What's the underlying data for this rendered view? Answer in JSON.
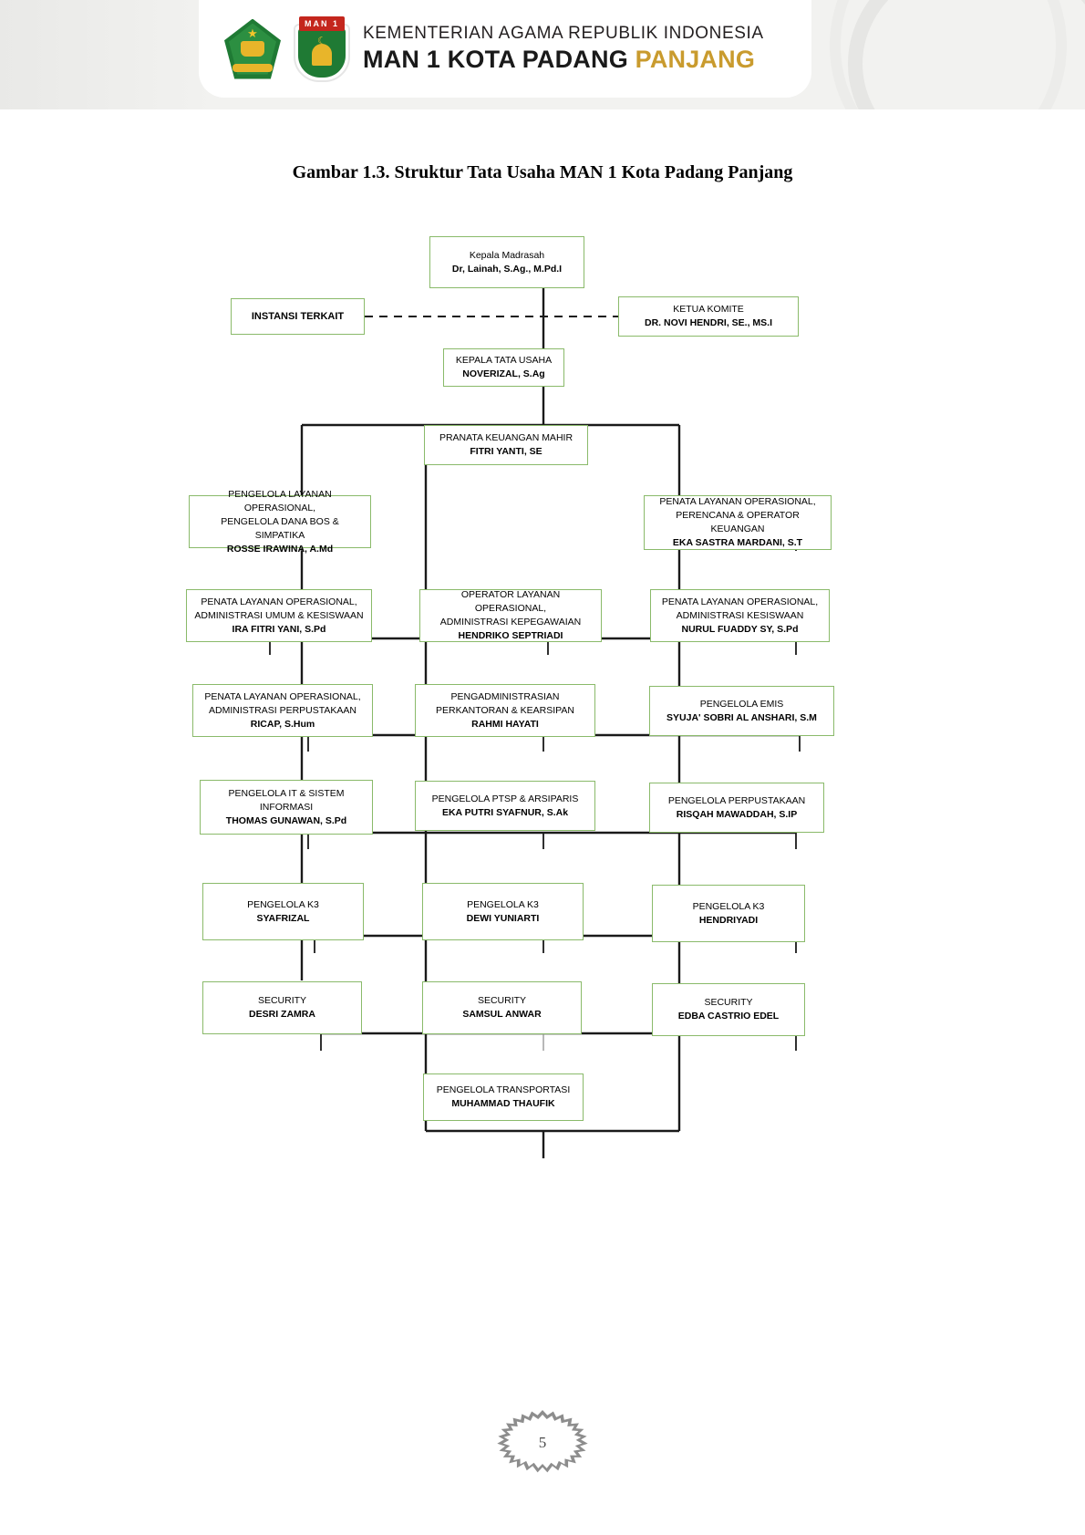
{
  "header": {
    "ministry_line": "KEMENTERIAN AGAMA REPUBLIK INDONESIA",
    "school_name_black": "MAN 1 KOTA PADANG ",
    "school_name_gold": "PANJANG",
    "man_badge_label": "MAN 1"
  },
  "title": "Gambar 1.3. Struktur Tata Usaha MAN 1 Kota Padang Panjang",
  "footer": {
    "page_number": "5"
  },
  "colors": {
    "box_border": "#8aba6a",
    "connector": "#1a1a1a",
    "accent_gold": "#c99b2e",
    "emblem_green": "#1f7a34"
  },
  "chart_data": {
    "type": "diagram",
    "title": "Gambar 1.3. Struktur Tata Usaha MAN 1 Kota Padang Panjang",
    "nodes": [
      {
        "id": "kepala_madrasah",
        "role": "Kepala Madrasah",
        "name": "Dr, Lainah, S.Ag., M.Pd.I"
      },
      {
        "id": "instansi_terkait",
        "role": "INSTANSI TERKAIT",
        "name": ""
      },
      {
        "id": "ketua_komite",
        "role": "KETUA KOMITE",
        "name": "DR. NOVI HENDRI, SE., MS.I"
      },
      {
        "id": "kepala_tata_usaha",
        "role": "KEPALA TATA USAHA",
        "name": "NOVERIZAL, S.Ag"
      },
      {
        "id": "pranata_keuangan",
        "role": "PRANATA KEUANGAN MAHIR",
        "name": "FITRI YANTI, SE"
      },
      {
        "id": "pengelola_bos",
        "role": "PENGELOLA LAYANAN OPERASIONAL,\nPENGELOLA DANA BOS & SIMPATIKA",
        "name": "ROSSE IRAWINA, A.Md"
      },
      {
        "id": "penata_keuangan",
        "role": "PENATA LAYANAN OPERASIONAL,\nPERENCANA & OPERATOR KEUANGAN",
        "name": "EKA SASTRA MARDANI, S.T"
      },
      {
        "id": "adm_umum",
        "role": "PENATA LAYANAN OPERASIONAL,\nADMINISTRASI UMUM & KESISWAAN",
        "name": "IRA FITRI YANI, S.Pd"
      },
      {
        "id": "adm_kepegawaian",
        "role": "OPERATOR LAYANAN OPERASIONAL,\nADMINISTRASI KEPEGAWAIAN",
        "name": "HENDRIKO SEPTRIADI"
      },
      {
        "id": "adm_kesiswaan",
        "role": "PENATA LAYANAN OPERASIONAL,\nADMINISTRASI KESISWAAN",
        "name": "NURUL FUADDY SY, S.Pd"
      },
      {
        "id": "adm_perpustakaan",
        "role": "PENATA LAYANAN OPERASIONAL,\nADMINISTRASI PERPUSTAKAAN",
        "name": "RICAP, S.Hum"
      },
      {
        "id": "pengadministrasian",
        "role": "PENGADMINISTRASIAN\nPERKANTORAN & KEARSIPAN",
        "name": "RAHMI HAYATI"
      },
      {
        "id": "pengelola_emis",
        "role": "PENGELOLA EMIS",
        "name": "SYUJA' SOBRI AL ANSHARI, S.M"
      },
      {
        "id": "pengelola_it",
        "role": "PENGELOLA IT & SISTEM\nINFORMASI",
        "name": "THOMAS GUNAWAN, S.Pd"
      },
      {
        "id": "pengelola_ptsp",
        "role": "PENGELOLA PTSP & ARSIPARIS",
        "name": "EKA PUTRI SYAFNUR, S.Ak"
      },
      {
        "id": "pengelola_perpus",
        "role": "PENGELOLA PERPUSTAKAAN",
        "name": "RISQAH MAWADDAH, S.IP"
      },
      {
        "id": "k3_1",
        "role": "PENGELOLA K3",
        "name": "SYAFRIZAL"
      },
      {
        "id": "k3_2",
        "role": "PENGELOLA K3",
        "name": "DEWI YUNIARTI"
      },
      {
        "id": "k3_3",
        "role": "PENGELOLA K3",
        "name": "HENDRIYADI"
      },
      {
        "id": "sec_1",
        "role": "SECURITY",
        "name": "DESRI ZAMRA"
      },
      {
        "id": "sec_2",
        "role": "SECURITY",
        "name": "SAMSUL ANWAR"
      },
      {
        "id": "sec_3",
        "role": "SECURITY",
        "name": "EDBA CASTRIO EDEL"
      },
      {
        "id": "transportasi",
        "role": "PENGELOLA TRANSPORTASI",
        "name": "MUHAMMAD THAUFIK"
      }
    ],
    "edges": [
      {
        "from": "kepala_madrasah",
        "to": "kepala_tata_usaha",
        "style": "solid"
      },
      {
        "from": "instansi_terkait",
        "to": "ketua_komite",
        "style": "dashed"
      },
      {
        "from": "kepala_tata_usaha",
        "to": "pranata_keuangan",
        "style": "solid"
      },
      {
        "from": "kepala_tata_usaha",
        "to": "pengelola_bos",
        "style": "solid"
      },
      {
        "from": "kepala_tata_usaha",
        "to": "penata_keuangan",
        "style": "solid"
      },
      {
        "from": "kepala_tata_usaha",
        "to": "adm_umum",
        "style": "solid"
      },
      {
        "from": "kepala_tata_usaha",
        "to": "adm_kepegawaian",
        "style": "solid"
      },
      {
        "from": "kepala_tata_usaha",
        "to": "adm_kesiswaan",
        "style": "solid"
      },
      {
        "from": "kepala_tata_usaha",
        "to": "adm_perpustakaan",
        "style": "solid"
      },
      {
        "from": "kepala_tata_usaha",
        "to": "pengadministrasian",
        "style": "solid"
      },
      {
        "from": "kepala_tata_usaha",
        "to": "pengelola_emis",
        "style": "solid"
      },
      {
        "from": "kepala_tata_usaha",
        "to": "pengelola_it",
        "style": "solid"
      },
      {
        "from": "kepala_tata_usaha",
        "to": "pengelola_ptsp",
        "style": "solid"
      },
      {
        "from": "kepala_tata_usaha",
        "to": "pengelola_perpus",
        "style": "solid"
      },
      {
        "from": "kepala_tata_usaha",
        "to": "k3_1",
        "style": "solid"
      },
      {
        "from": "kepala_tata_usaha",
        "to": "k3_2",
        "style": "solid"
      },
      {
        "from": "kepala_tata_usaha",
        "to": "k3_3",
        "style": "solid"
      },
      {
        "from": "kepala_tata_usaha",
        "to": "sec_1",
        "style": "solid"
      },
      {
        "from": "kepala_tata_usaha",
        "to": "sec_2",
        "style": "solid"
      },
      {
        "from": "kepala_tata_usaha",
        "to": "sec_3",
        "style": "solid"
      },
      {
        "from": "kepala_tata_usaha",
        "to": "transportasi",
        "style": "solid"
      }
    ]
  }
}
